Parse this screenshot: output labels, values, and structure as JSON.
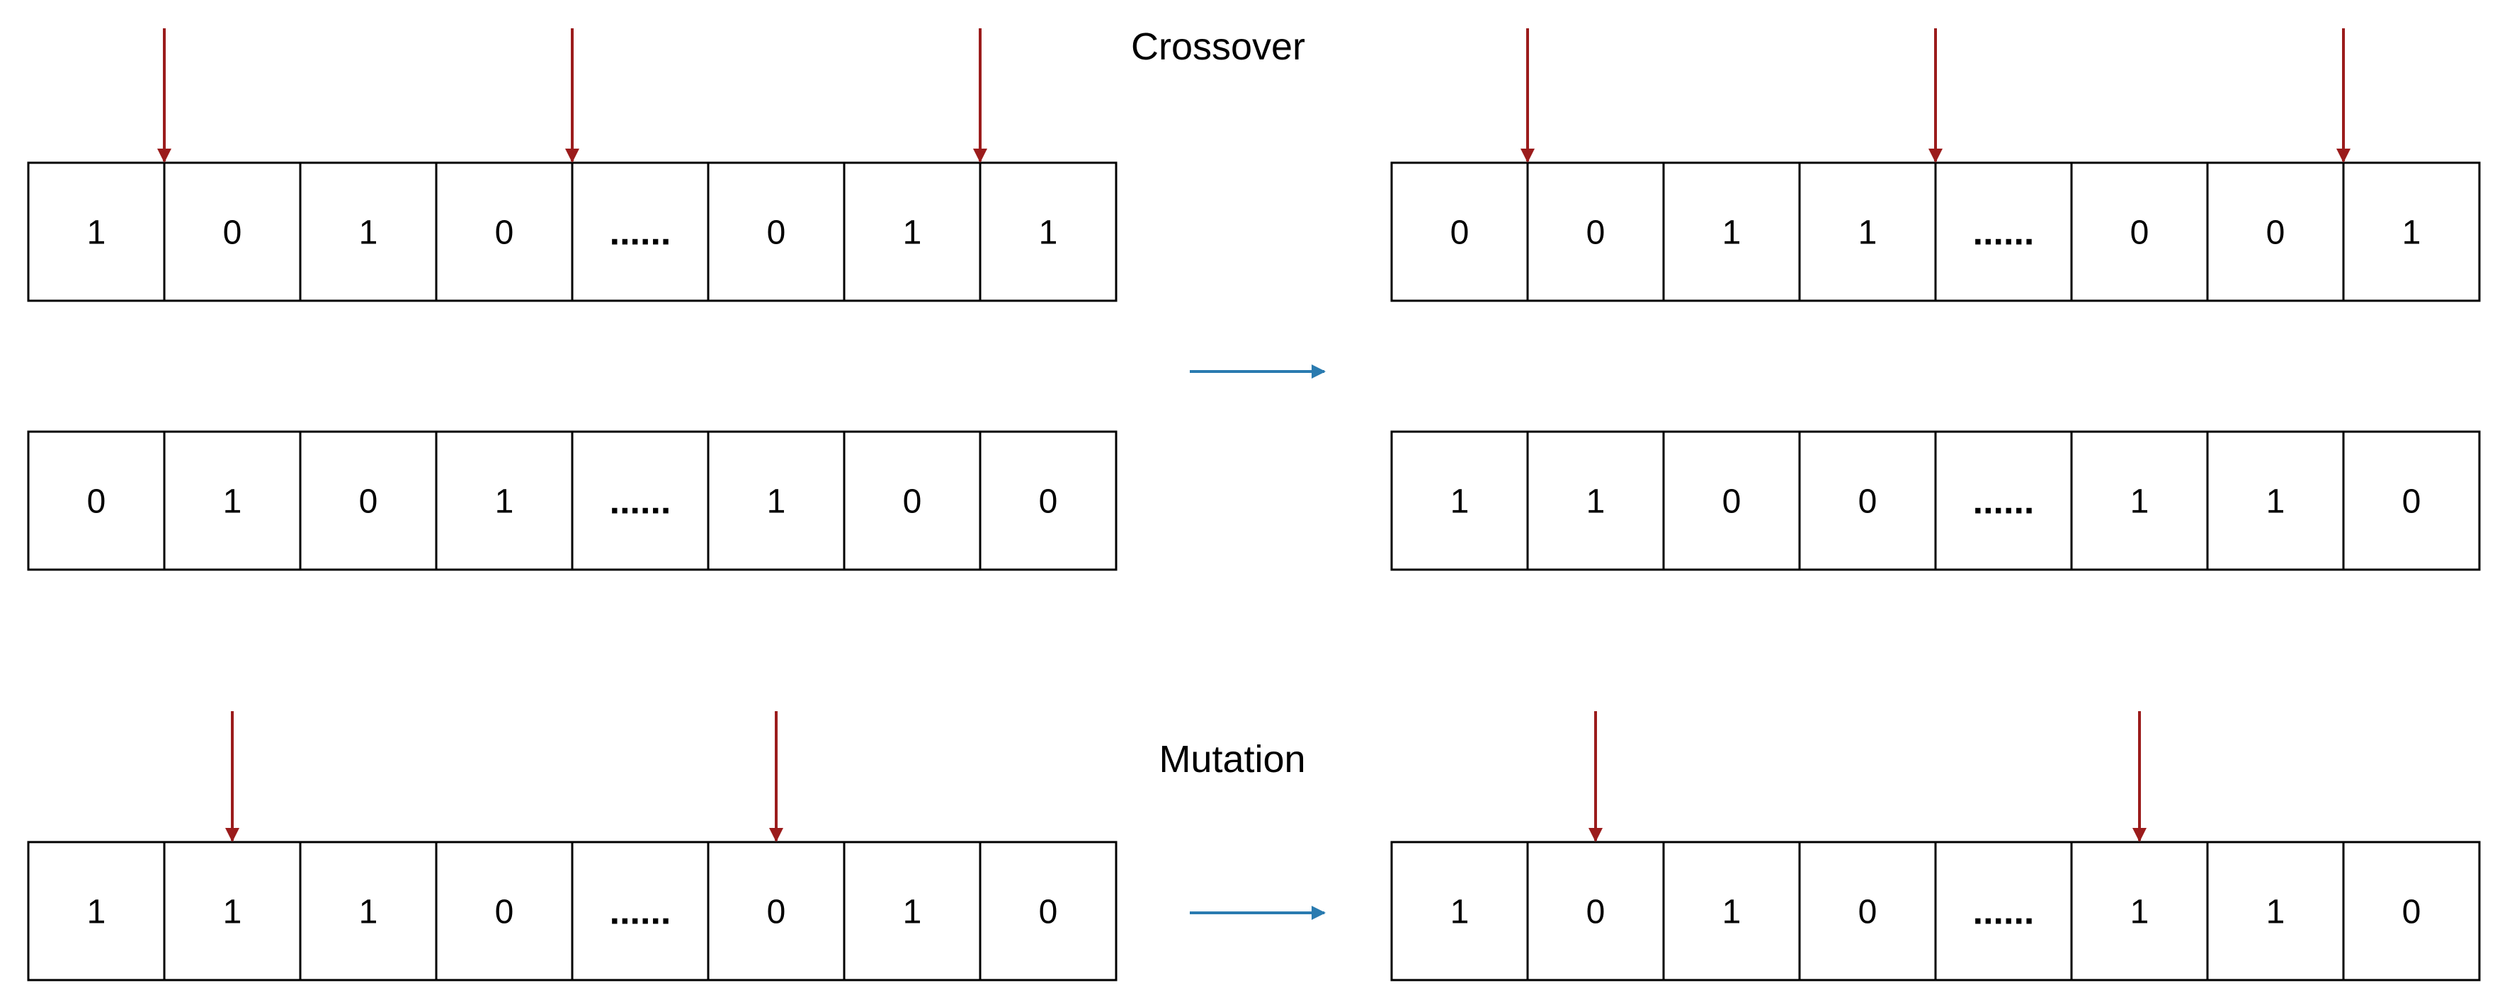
{
  "titles": {
    "crossover": "Crossover",
    "mutation": "Mutation"
  },
  "colors": {
    "point_arrow": "#9b1c1c",
    "flow_arrow": "#2a7bb0",
    "cell_border": "#000000"
  },
  "ellipsis": "......",
  "crossover": {
    "parents": [
      [
        "1",
        "0",
        "1",
        "0",
        "......",
        "0",
        "1",
        "1"
      ],
      [
        "0",
        "1",
        "0",
        "1",
        "......",
        "1",
        "0",
        "0"
      ]
    ],
    "offspring": [
      [
        "0",
        "0",
        "1",
        "1",
        "......",
        "0",
        "0",
        "1"
      ],
      [
        "1",
        "1",
        "0",
        "0",
        "......",
        "1",
        "1",
        "0"
      ]
    ],
    "marked_positions": [
      1,
      4,
      7
    ]
  },
  "mutation": {
    "before": [
      "1",
      "1",
      "1",
      "0",
      "......",
      "0",
      "1",
      "0"
    ],
    "after": [
      "1",
      "0",
      "1",
      "0",
      "......",
      "1",
      "1",
      "0"
    ],
    "marked_positions": [
      2,
      6
    ]
  }
}
